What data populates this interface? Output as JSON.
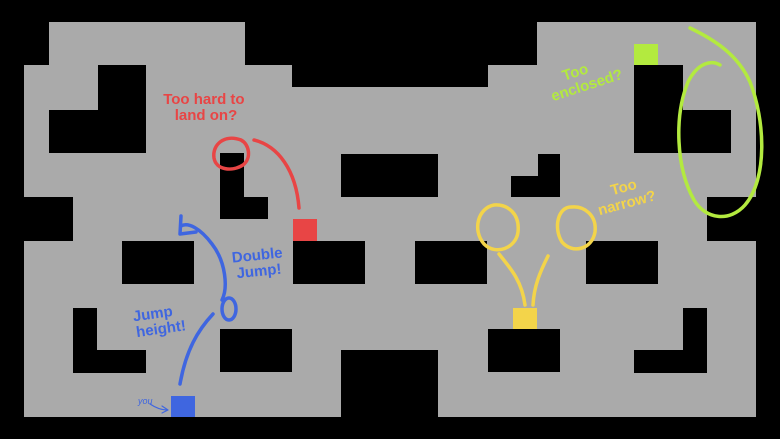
{
  "colors": {
    "background": "#000000",
    "floor": "#aaaaaa",
    "player": "#3f66e0",
    "red": "#e84545",
    "yellow": "#f3d44a",
    "green": "#b3ea3f"
  },
  "objects": {
    "player": {
      "label": "you",
      "color": "player"
    },
    "red_block": {
      "color": "red"
    },
    "yellow_block": {
      "color": "yellow"
    },
    "green_block": {
      "color": "green"
    }
  },
  "annotations": {
    "too_hard": [
      "Too hard to",
      "land on?"
    ],
    "double_jump": [
      "Double",
      "Jump!"
    ],
    "jump_height": [
      "Jump",
      "height!"
    ],
    "too_narrow": [
      "Too",
      "narrow?"
    ],
    "too_enclosed": [
      "Too",
      "enclosed?"
    ]
  }
}
